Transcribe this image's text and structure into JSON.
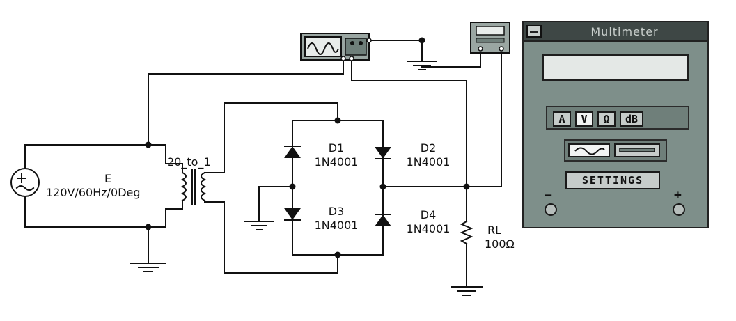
{
  "source": {
    "name": "E",
    "spec": "120V/60Hz/0Deg"
  },
  "transformer": {
    "label": "20_to_1"
  },
  "diodes": [
    {
      "ref": "D1",
      "part": "1N4001"
    },
    {
      "ref": "D2",
      "part": "1N4001"
    },
    {
      "ref": "D3",
      "part": "1N4001"
    },
    {
      "ref": "D4",
      "part": "1N4001"
    }
  ],
  "resistor": {
    "ref": "RL",
    "value": "100Ω"
  },
  "multimeter": {
    "title": "Multimeter",
    "display_value": "",
    "functions": [
      "A",
      "V",
      "Ω",
      "dB"
    ],
    "selected_function": "V",
    "mode_ac_icon": "sine-wave-icon",
    "mode_dc_icon": "dc-line-icon",
    "settings_label": "SETTINGS",
    "minus_label": "−",
    "plus_label": "+"
  },
  "colors": {
    "wire": "#111111",
    "panel": "#7e8f8a",
    "titlebar": "#3e4745"
  }
}
